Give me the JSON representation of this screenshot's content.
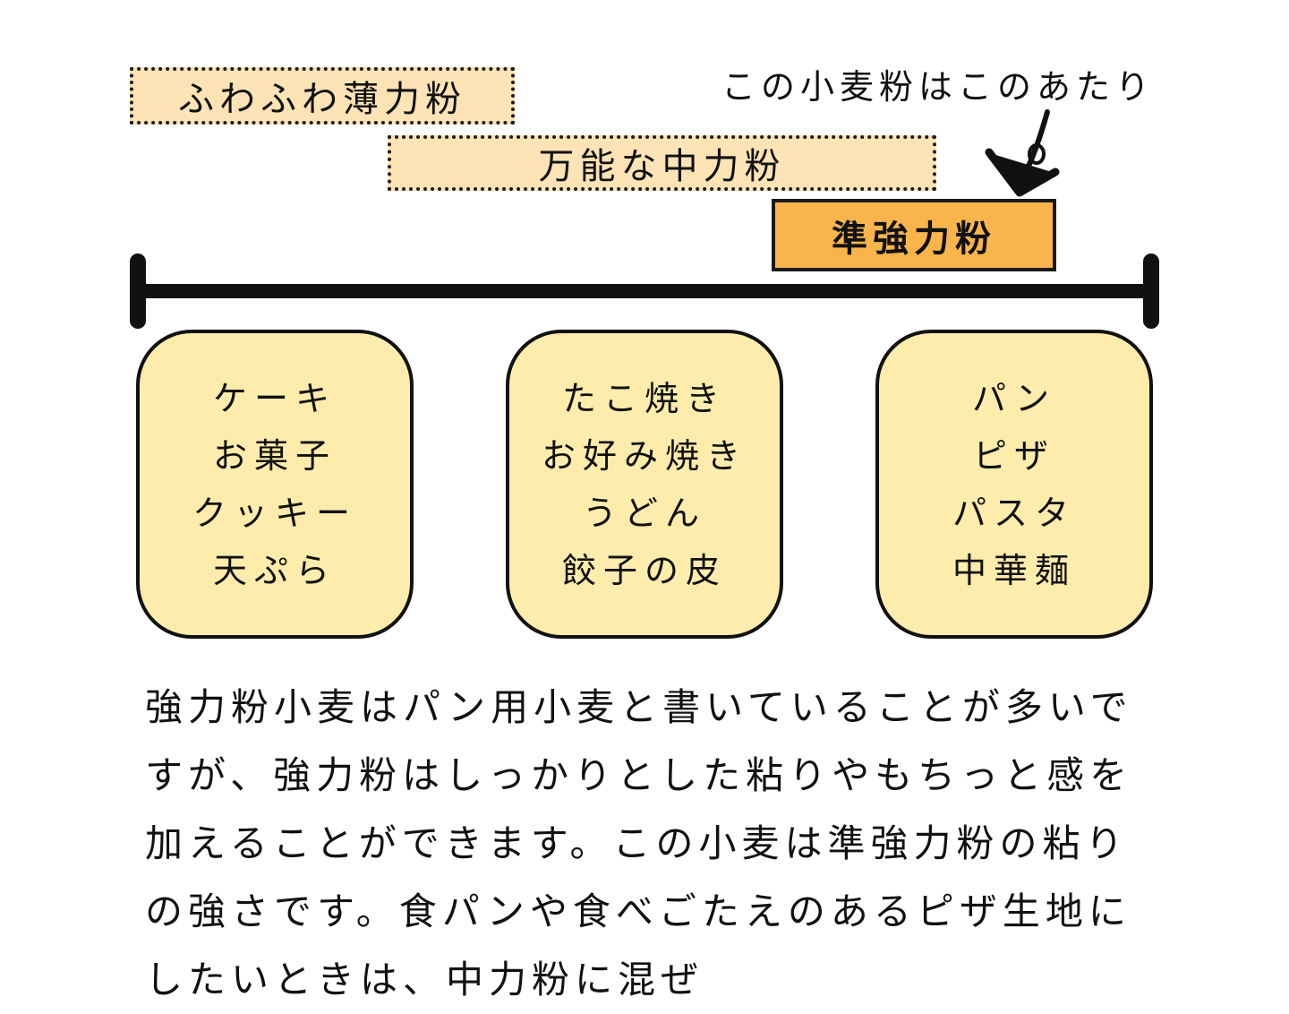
{
  "tags": {
    "hakuriki": "ふわふわ薄力粉",
    "chuuriki": "万能な中力粉",
    "junkyouriki": "準強力粉"
  },
  "callout": "この小麦粉はこのあたり",
  "boxes": {
    "left": [
      "ケーキ",
      "お菓子",
      "クッキー",
      "天ぷら"
    ],
    "middle": [
      "たこ焼き",
      "お好み焼き",
      "うどん",
      "餃子の皮"
    ],
    "right": [
      "パン",
      "ピザ",
      "パスタ",
      "中華麺"
    ]
  },
  "description": "強力粉小麦はパン用小麦と書いていることが多いですが、強力粉はしっかりとした粘りやもちっと感を加えることができます。この小麦は準強力粉の粘りの強さです。食パンや食べごたえのあるピザ生地にしたいときは、中力粉に混ぜ",
  "colors": {
    "dotted_tag_fill": "#fde3b5",
    "solid_tag_fill": "#f9b54c",
    "box_fill": "#fdecab",
    "outline": "#111111"
  }
}
